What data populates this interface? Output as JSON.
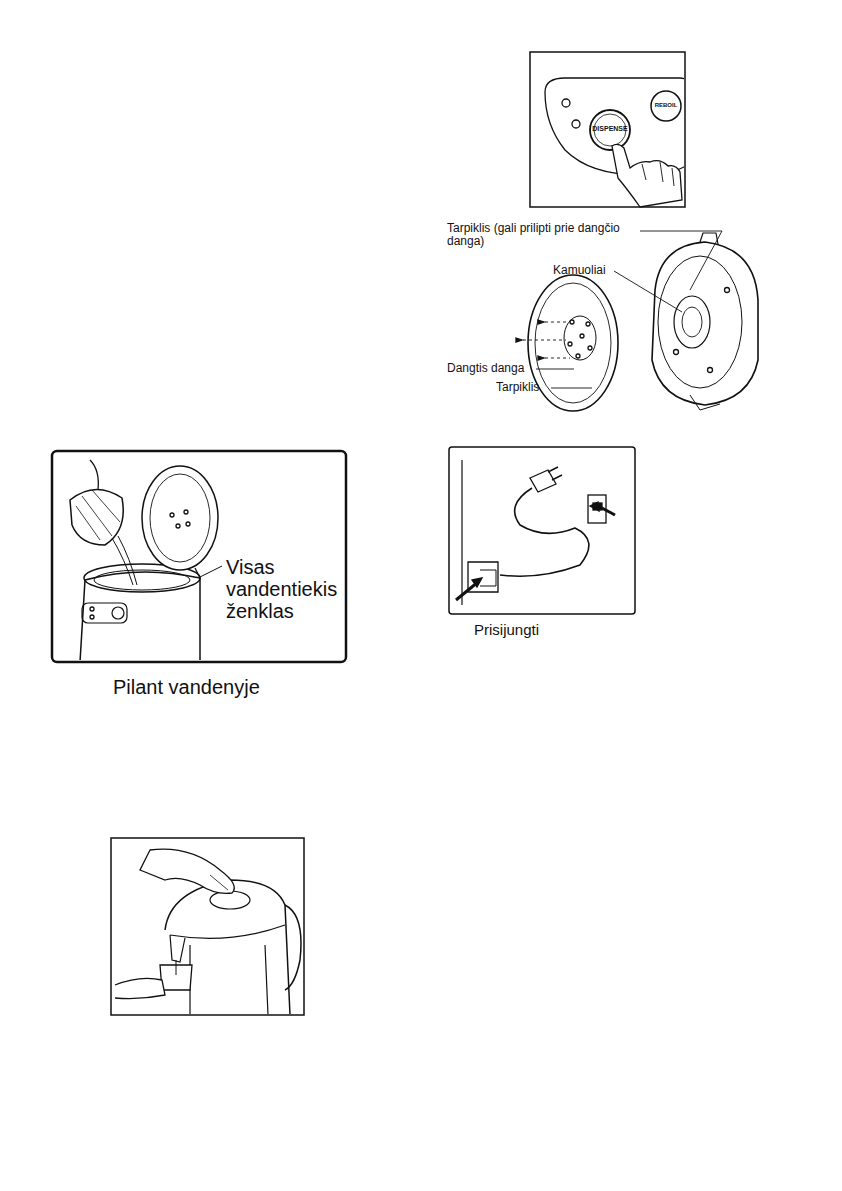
{
  "diagram": {
    "labels": [
      "DISPENSE",
      "REBOIL",
      "Tarpiklis (gali prilipti prie dangčio danga)",
      "Kamuoliai",
      "Dangtis danga",
      "Tarpiklis",
      "Visas vandentiekis ženklas",
      "Pilant vandenyje",
      "Prisijungti"
    ]
  }
}
